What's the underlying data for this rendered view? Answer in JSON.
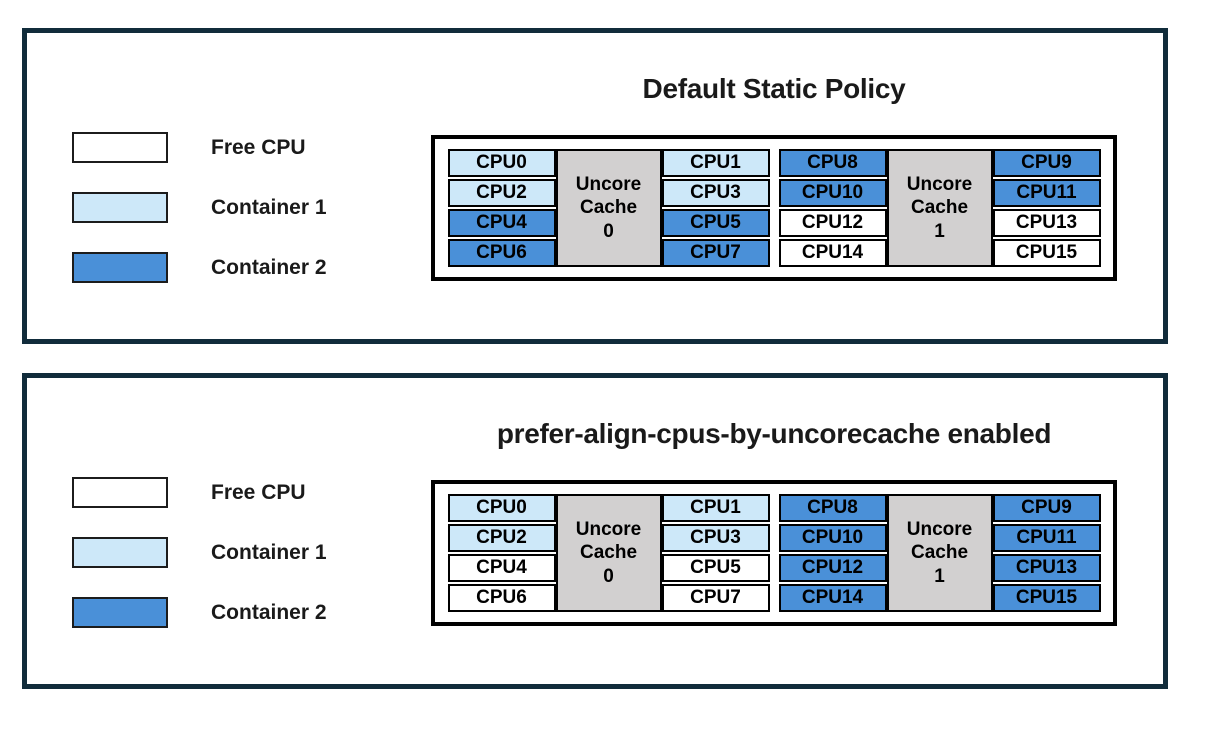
{
  "colors": {
    "frame": "#112c3b",
    "diagram_border": "#000000",
    "uncore_gray": "#d2d0d0",
    "state_colors": {
      "free": "#ffffff",
      "container1": "#cde8f9",
      "container2": "#4a90d8"
    }
  },
  "legend": {
    "items": [
      {
        "label": "Free CPU",
        "state": "free"
      },
      {
        "label": "Container 1",
        "state": "container1"
      },
      {
        "label": "Container 2",
        "state": "container2"
      }
    ]
  },
  "panels": [
    {
      "title": "Default Static Policy",
      "clusters": [
        {
          "cache_lines": [
            "Uncore",
            "Cache",
            "0"
          ],
          "left_cpus": [
            {
              "label": "CPU0",
              "state": "container1"
            },
            {
              "label": "CPU2",
              "state": "container1"
            },
            {
              "label": "CPU4",
              "state": "container2"
            },
            {
              "label": "CPU6",
              "state": "container2"
            }
          ],
          "right_cpus": [
            {
              "label": "CPU1",
              "state": "container1"
            },
            {
              "label": "CPU3",
              "state": "container1"
            },
            {
              "label": "CPU5",
              "state": "container2"
            },
            {
              "label": "CPU7",
              "state": "container2"
            }
          ]
        },
        {
          "cache_lines": [
            "Uncore",
            "Cache",
            "1"
          ],
          "left_cpus": [
            {
              "label": "CPU8",
              "state": "container2"
            },
            {
              "label": "CPU10",
              "state": "container2"
            },
            {
              "label": "CPU12",
              "state": "free"
            },
            {
              "label": "CPU14",
              "state": "free"
            }
          ],
          "right_cpus": [
            {
              "label": "CPU9",
              "state": "container2"
            },
            {
              "label": "CPU11",
              "state": "container2"
            },
            {
              "label": "CPU13",
              "state": "free"
            },
            {
              "label": "CPU15",
              "state": "free"
            }
          ]
        }
      ]
    },
    {
      "title": "prefer-align-cpus-by-uncorecache enabled",
      "clusters": [
        {
          "cache_lines": [
            "Uncore",
            "Cache",
            "0"
          ],
          "left_cpus": [
            {
              "label": "CPU0",
              "state": "container1"
            },
            {
              "label": "CPU2",
              "state": "container1"
            },
            {
              "label": "CPU4",
              "state": "free"
            },
            {
              "label": "CPU6",
              "state": "free"
            }
          ],
          "right_cpus": [
            {
              "label": "CPU1",
              "state": "container1"
            },
            {
              "label": "CPU3",
              "state": "container1"
            },
            {
              "label": "CPU5",
              "state": "free"
            },
            {
              "label": "CPU7",
              "state": "free"
            }
          ]
        },
        {
          "cache_lines": [
            "Uncore",
            "Cache",
            "1"
          ],
          "left_cpus": [
            {
              "label": "CPU8",
              "state": "container2"
            },
            {
              "label": "CPU10",
              "state": "container2"
            },
            {
              "label": "CPU12",
              "state": "container2"
            },
            {
              "label": "CPU14",
              "state": "container2"
            }
          ],
          "right_cpus": [
            {
              "label": "CPU9",
              "state": "container2"
            },
            {
              "label": "CPU11",
              "state": "container2"
            },
            {
              "label": "CPU13",
              "state": "container2"
            },
            {
              "label": "CPU15",
              "state": "container2"
            }
          ]
        }
      ]
    }
  ]
}
